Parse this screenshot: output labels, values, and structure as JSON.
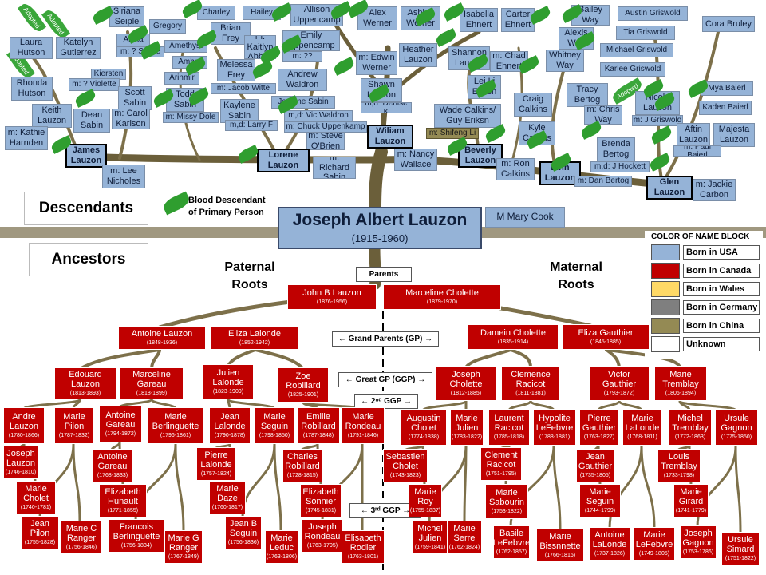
{
  "headings": {
    "descendants": "Descendants",
    "ancestors": "Ancestors",
    "paternal": "Paternal\nRoots",
    "maternal": "Maternal\nRoots",
    "blood_key": "Blood Descendant\nof Primary Person"
  },
  "primary": {
    "name": "Joseph Albert Lauzon",
    "years": "(1915-1960)",
    "spouse": "M Mary Cook"
  },
  "generation_labels": {
    "parents": "Parents",
    "gp": "← Grand Parents (GP) →",
    "ggp": "← Great GP (GGP) →",
    "g2": "← 2ⁿᵈ GGP →",
    "g3": "← 3ʳᵈ GGP →"
  },
  "legend": {
    "title": "COLOR OF NAME BLOCK",
    "items": [
      {
        "label": "Born in USA",
        "color": "#95b3d7"
      },
      {
        "label": "Born in Canada",
        "color": "#c00000"
      },
      {
        "label": "Born in Wales",
        "color": "#ffd966"
      },
      {
        "label": "Born in Germany",
        "color": "#7f7f7f"
      },
      {
        "label": "Born in China",
        "color": "#948a54"
      },
      {
        "label": "Unknown",
        "color": "#ffffff"
      }
    ]
  },
  "adopted_label": "Adopted",
  "colors": {
    "trunk": "#6b5f3a",
    "banner": "#a09880",
    "leaf": "#2f9e2f",
    "blue": "#95b3d7",
    "red": "#c00000",
    "olive": "#948a54"
  },
  "descendants": [
    {
      "id": "d1",
      "text": "Siriana\nSeiple"
    },
    {
      "id": "d2",
      "text": "Gregory"
    },
    {
      "id": "d3",
      "text": "Charley"
    },
    {
      "id": "d4",
      "text": "Hailey"
    },
    {
      "id": "d5",
      "text": "Allison\nUppencamp"
    },
    {
      "id": "d6",
      "text": "Alex\nWerner"
    },
    {
      "id": "d7",
      "text": "Ashley\nWerner"
    },
    {
      "id": "d8",
      "text": "Isabella\nEhnert"
    },
    {
      "id": "d9",
      "text": "Carter\nEhnert"
    },
    {
      "id": "d10",
      "text": "Bailey\nWay"
    },
    {
      "id": "d11",
      "text": "Austin Griswold"
    },
    {
      "id": "d12",
      "text": "Cora Bruley"
    },
    {
      "id": "d13",
      "text": "Laura\nHutson"
    },
    {
      "id": "d14",
      "text": "Katelyn\nGutierrez"
    },
    {
      "id": "d15",
      "text": "Anika"
    },
    {
      "id": "d16",
      "text": "m: ? Seiple"
    },
    {
      "id": "d17",
      "text": "Amethyst"
    },
    {
      "id": "d18",
      "text": "Brian\nFrey"
    },
    {
      "id": "d19",
      "text": "m:\nKaitlyn\nAbbey"
    },
    {
      "id": "d20",
      "text": "Emily\nUppencamp"
    },
    {
      "id": "d21",
      "text": "m: ??"
    },
    {
      "id": "d22",
      "text": "Heather\nLauzon"
    },
    {
      "id": "d23",
      "text": "m: Edwin\nWerner"
    },
    {
      "id": "d24",
      "text": "Shannon\nLauzon"
    },
    {
      "id": "d25",
      "text": "m: Chad\nEhnert"
    },
    {
      "id": "d26",
      "text": "Alexis\nWay"
    },
    {
      "id": "d27",
      "text": "Tia Griswold"
    },
    {
      "id": "d28",
      "text": "Michael Griswold"
    },
    {
      "id": "d29",
      "text": "Whitney\nWay"
    },
    {
      "id": "d30",
      "text": "Karlee Griswold"
    },
    {
      "id": "d31",
      "text": "Kiersten"
    },
    {
      "id": "d32",
      "text": "Amber"
    },
    {
      "id": "d33",
      "text": "Melessa\nFrey"
    },
    {
      "id": "d34",
      "text": "Andrew\nWaldron"
    },
    {
      "id": "d35",
      "text": "Rhonda\nHutson"
    },
    {
      "id": "d36",
      "text": "m: ? Violette"
    },
    {
      "id": "d37",
      "text": "Arinmir"
    },
    {
      "id": "d38",
      "text": "m: Jacob Witte"
    },
    {
      "id": "d39",
      "text": "Shawn\nLauzon"
    },
    {
      "id": "d40",
      "text": "Lei Li\nEriksn"
    },
    {
      "id": "d41",
      "text": "Tracy\nBertog"
    },
    {
      "id": "d42",
      "text": "Mya Baierl"
    },
    {
      "id": "d43",
      "text": "Scott\nSabin"
    },
    {
      "id": "d44",
      "text": "Todd\nSabin"
    },
    {
      "id": "d45",
      "text": "Jeanine Sabin"
    },
    {
      "id": "d46",
      "text": "Craig\nCalkins"
    },
    {
      "id": "d47",
      "text": "Nicole\nLauzon"
    },
    {
      "id": "d48",
      "text": "Kaden Baierl"
    },
    {
      "id": "d49",
      "text": "Keith\nLauzon"
    },
    {
      "id": "d50",
      "text": "m: Carol\nKarlson"
    },
    {
      "id": "d51",
      "text": "Kaylene\nSabin"
    },
    {
      "id": "d52",
      "text": "m,d: Vic Waldron"
    },
    {
      "id": "d53",
      "text": "m,d: Denise K"
    },
    {
      "id": "d54",
      "text": "Wade Calkins/\nGuy Eriksn"
    },
    {
      "id": "d55",
      "text": "m: Chris\nWay"
    },
    {
      "id": "d56",
      "text": "m: J Griswold"
    },
    {
      "id": "d57",
      "text": "Dean\nSabin"
    },
    {
      "id": "d58",
      "text": "m: Missy Dole"
    },
    {
      "id": "d59",
      "text": "m,d: Larry F"
    },
    {
      "id": "d60",
      "text": "m: Chuck Uppenkamp"
    },
    {
      "id": "d61",
      "text": "Aftin\nLauzon"
    },
    {
      "id": "d62",
      "text": "Majesta\nLauzon"
    },
    {
      "id": "d63",
      "text": "m: Kathie\nHarnden"
    },
    {
      "id": "d64",
      "text": "m: Steve\nO'Brien"
    },
    {
      "id": "d65",
      "text": "Wiliam\nLauzon"
    },
    {
      "id": "d66",
      "text": "m: Shifeng Li"
    },
    {
      "id": "d67",
      "text": "Kyle\nCalkins"
    },
    {
      "id": "d68",
      "text": "James\nLauzon"
    },
    {
      "id": "d69",
      "text": "Lorene\nLauzon"
    },
    {
      "id": "d70",
      "text": "m: Nancy\nWallace"
    },
    {
      "id": "d71",
      "text": "Beverly\nLauzon"
    },
    {
      "id": "d72",
      "text": "Brenda\nBertog"
    },
    {
      "id": "d73",
      "text": "m: Paul Baierl"
    },
    {
      "id": "d74",
      "text": "m: Richard\nSabin"
    },
    {
      "id": "d75",
      "text": "m: Ron\nCalkins"
    },
    {
      "id": "d76",
      "text": "m,d: J Hockett"
    },
    {
      "id": "d77",
      "text": "Linn\nLauzon"
    },
    {
      "id": "d78",
      "text": "m: Lee\nNicholes"
    },
    {
      "id": "d79",
      "text": "m: Dan Bertog"
    },
    {
      "id": "d80",
      "text": "Glen\nLauzon"
    },
    {
      "id": "d81",
      "text": "m: Jackie\nCarbon"
    }
  ],
  "ancestors": [
    {
      "id": "a1",
      "name": "John B Lauzon",
      "dates": "(1876-1956)"
    },
    {
      "id": "a2",
      "name": "Marceline Cholette",
      "dates": "(1879-1970)"
    },
    {
      "id": "a3",
      "name": "Antoine Lauzon",
      "dates": "(1848-1936)"
    },
    {
      "id": "a4",
      "name": "Eliza Lalonde",
      "dates": "(1852-1942)"
    },
    {
      "id": "a5",
      "name": "Damein Cholette",
      "dates": "(1835-1914)"
    },
    {
      "id": "a6",
      "name": "Eliza Gauthier",
      "dates": "(1845-1885)"
    },
    {
      "id": "a7",
      "name": "Edouard\nLauzon",
      "dates": "(1813-1893)"
    },
    {
      "id": "a8",
      "name": "Marceline\nGareau",
      "dates": "(1818-1899)"
    },
    {
      "id": "a9",
      "name": "Julien\nLalonde",
      "dates": "(1823-1909)"
    },
    {
      "id": "a10",
      "name": "Zoe\nRobillard",
      "dates": "(1825-1901)"
    },
    {
      "id": "a11",
      "name": "Joseph\nCholette",
      "dates": "(1812-1885)"
    },
    {
      "id": "a12",
      "name": "Clemence\nRacicot",
      "dates": "(1811-1881)"
    },
    {
      "id": "a13",
      "name": "Victor\nGauthier",
      "dates": "(1793-1872)"
    },
    {
      "id": "a14",
      "name": "Marie\nTremblay",
      "dates": "(1806-1894)"
    },
    {
      "id": "a15",
      "name": "Andre\nLauzon",
      "dates": "(1780-1866)"
    },
    {
      "id": "a16",
      "name": "Marie\nPilon",
      "dates": "(1787-1832)"
    },
    {
      "id": "a17",
      "name": "Antoine\nGareau",
      "dates": "(1794-1872)"
    },
    {
      "id": "a18",
      "name": "Marie\nBerlinguette",
      "dates": "(1796-1861)"
    },
    {
      "id": "a19",
      "name": "Jean\nLalonde",
      "dates": "(1790-1878)"
    },
    {
      "id": "a20",
      "name": "Marie\nSeguin",
      "dates": "(1798-1850)"
    },
    {
      "id": "a21",
      "name": "Emilie\nRobillard",
      "dates": "(1787-1848)"
    },
    {
      "id": "a22",
      "name": "Marie\nRondeau",
      "dates": "(1791-1846)"
    },
    {
      "id": "a23",
      "name": "Augustin\nCholet",
      "dates": "(1774-1838)"
    },
    {
      "id": "a24",
      "name": "Marie\nJulien",
      "dates": "(1783-1822)"
    },
    {
      "id": "a25",
      "name": "Laurent\nRacicot",
      "dates": "(1785-1818)"
    },
    {
      "id": "a26",
      "name": "Hypolite\nLeFebvre",
      "dates": "(1788-1881)"
    },
    {
      "id": "a27",
      "name": "Pierre\nGauthier",
      "dates": "(1763-1827)"
    },
    {
      "id": "a28",
      "name": "Marie\nLaLonde",
      "dates": "(1768-1811)"
    },
    {
      "id": "a29",
      "name": "Michel\nTremblay",
      "dates": "(1772-1863)"
    },
    {
      "id": "a30",
      "name": "Ursule\nGagnon",
      "dates": "(1775-1850)"
    },
    {
      "id": "a31",
      "name": "Joseph\nLauzon",
      "dates": "(1746-1810)"
    },
    {
      "id": "a32",
      "name": "Antoine\nGareau",
      "dates": "(1768-1833)"
    },
    {
      "id": "a33",
      "name": "Pierre\nLalonde",
      "dates": "(1757-1824)"
    },
    {
      "id": "a34",
      "name": "Charles\nRobillard",
      "dates": "(1728-1815)"
    },
    {
      "id": "a35",
      "name": "Sebastien\nCholet",
      "dates": "(1743-1823)"
    },
    {
      "id": "a36",
      "name": "Clement\nRacicot",
      "dates": "(1751-1795)"
    },
    {
      "id": "a37",
      "name": "Jean\nGauthier",
      "dates": "(1735-1805)"
    },
    {
      "id": "a38",
      "name": "Louis\nTremblay",
      "dates": "(1733-1798)"
    },
    {
      "id": "a39",
      "name": "Marie\nCholet",
      "dates": "(1740-1781)"
    },
    {
      "id": "a40",
      "name": "Elizabeth\nHunault",
      "dates": "(1771-1855)"
    },
    {
      "id": "a41",
      "name": "Marie\nDaze",
      "dates": "(1760-1817)"
    },
    {
      "id": "a42",
      "name": "Elizabeth\nSonnier",
      "dates": "(1745-1831)"
    },
    {
      "id": "a43",
      "name": "Marie\nRoy",
      "dates": "(1755-1837)"
    },
    {
      "id": "a44",
      "name": "Marie\nSabourin",
      "dates": "(1753-1822)"
    },
    {
      "id": "a45",
      "name": "Marie\nSeguin",
      "dates": "(1744-1799)"
    },
    {
      "id": "a46",
      "name": "Marie\nGirard",
      "dates": "(1741-1779)"
    },
    {
      "id": "a47",
      "name": "Jean\nPilon",
      "dates": "(1755-1828)"
    },
    {
      "id": "a48",
      "name": "Marie C\nRanger",
      "dates": "(1756-1846)"
    },
    {
      "id": "a49",
      "name": "Francois\nBerlinguette",
      "dates": "(1756-1834)"
    },
    {
      "id": "a50",
      "name": "Marie G\nRanger",
      "dates": "(1767-1849)"
    },
    {
      "id": "a51",
      "name": "Jean B\nSeguin",
      "dates": "(1756-1836)"
    },
    {
      "id": "a52",
      "name": "Marie\nLeduc",
      "dates": "(1763-1806)"
    },
    {
      "id": "a53",
      "name": "Joseph\nRondeau",
      "dates": "(1763-1795)"
    },
    {
      "id": "a54",
      "name": "Elisabeth\nRodier",
      "dates": "(1763-1801)"
    },
    {
      "id": "a55",
      "name": "Michel\nJulien",
      "dates": "(1759-1841)"
    },
    {
      "id": "a56",
      "name": "Marie\nSerre",
      "dates": "(1762-1824)"
    },
    {
      "id": "a57",
      "name": "Basile\nLeFebvre",
      "dates": "(1762-1857)"
    },
    {
      "id": "a58",
      "name": "Marie\nBissnnette",
      "dates": "(1766-1816)"
    },
    {
      "id": "a59",
      "name": "Antoine\nLaLonde",
      "dates": "(1737-1826)"
    },
    {
      "id": "a60",
      "name": "Marie\nLeFebvre",
      "dates": "(1749-1805)"
    },
    {
      "id": "a61",
      "name": "Joseph\nGagnon",
      "dates": "(1753-1786)"
    },
    {
      "id": "a62",
      "name": "Ursule\nSimard",
      "dates": "(1751-1822)"
    }
  ]
}
